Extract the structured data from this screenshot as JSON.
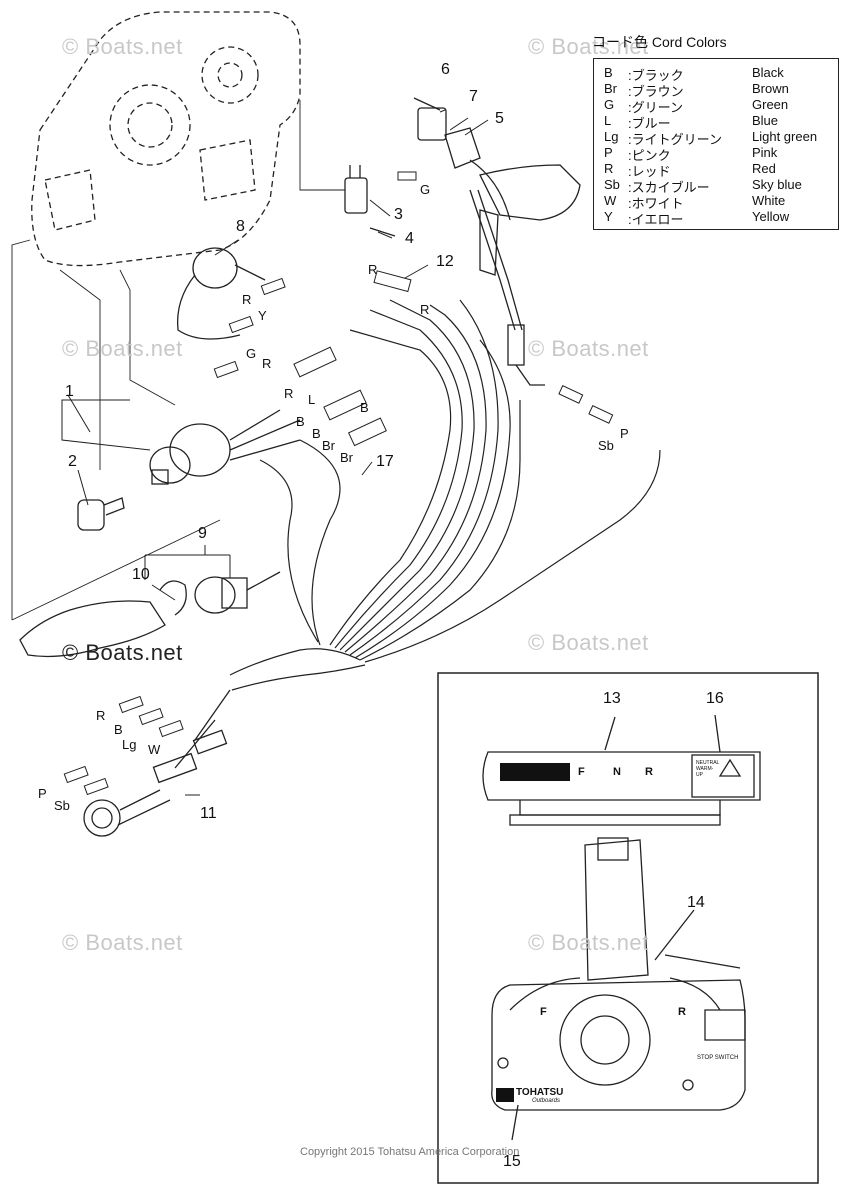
{
  "watermarks": [
    "© Boats.net",
    "© Boats.net",
    "© Boats.net",
    "© Boats.net",
    "© Boats.net",
    "© Boats.net",
    "© Boats.net",
    "© Boats.net"
  ],
  "legend": {
    "title": "コード色 Cord Colors",
    "rows": [
      {
        "code": "B",
        "jp": ":ブラック",
        "en": "Black"
      },
      {
        "code": "Br",
        "jp": ":ブラウン",
        "en": "Brown"
      },
      {
        "code": "G",
        "jp": ":グリーン",
        "en": "Green"
      },
      {
        "code": "L",
        "jp": ":ブルー",
        "en": "Blue"
      },
      {
        "code": "Lg",
        "jp": ":ライトグリーン",
        "en": "Light green"
      },
      {
        "code": "P",
        "jp": ":ピンク",
        "en": "Pink"
      },
      {
        "code": "R",
        "jp": ":レッド",
        "en": "Red"
      },
      {
        "code": "Sb",
        "jp": ":スカイブルー",
        "en": "Sky blue"
      },
      {
        "code": "W",
        "jp": ":ホワイト",
        "en": "White"
      },
      {
        "code": "Y",
        "jp": ":イエロー",
        "en": "Yellow"
      }
    ]
  },
  "callouts": [
    "1",
    "2",
    "3",
    "4",
    "5",
    "6",
    "7",
    "8",
    "9",
    "10",
    "11",
    "12",
    "13",
    "14",
    "15",
    "16",
    "17"
  ],
  "wire_labels": [
    "G",
    "R",
    "R",
    "Y",
    "G",
    "R",
    "R",
    "R",
    "L",
    "B",
    "B",
    "B",
    "Br",
    "Br",
    "P",
    "Sb",
    "R",
    "B",
    "Lg",
    "W",
    "P",
    "Sb"
  ],
  "control_box": {
    "indicator_f": "F",
    "indicator_n": "N",
    "indicator_r": "R",
    "lever_f": "F",
    "lever_r": "R",
    "stop_switch": "STOP SWITCH",
    "neutral_warmup": "NEUTRAL WARM-UP",
    "brand": "TOHATSU",
    "brand_sub": "Outboards"
  },
  "copyright": "Copyright 2015 Tohatsu America Corporation",
  "colors": {
    "line": "#222222",
    "watermark": "#c8c8c8",
    "display": "#111111"
  }
}
